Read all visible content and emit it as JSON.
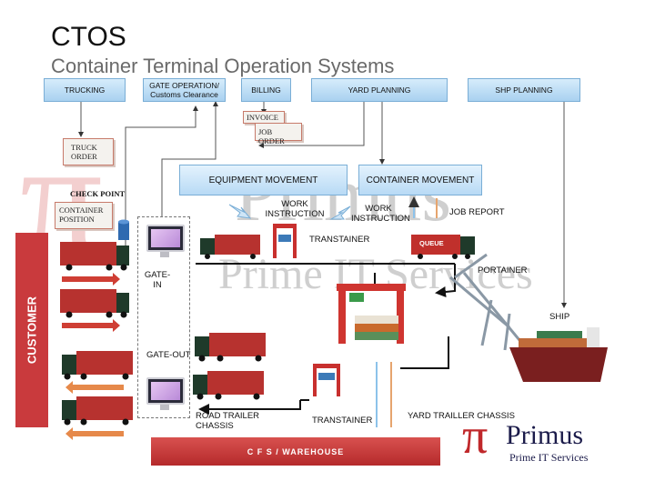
{
  "header": {
    "title": "CTOS",
    "subtitle": "Container Terminal Operation Systems"
  },
  "top_modules": {
    "trucking": "TRUCKING",
    "gate_operation": "GATE OPERATION/ Customs Clearance",
    "billing": "BILLING",
    "yard_planning": "YARD PLANNING",
    "ship_planning": "SHP PLANNING"
  },
  "documents": {
    "invoice": "INVOICE",
    "job_order": "JOB ORDER",
    "truck_order": "TRUCK ORDER",
    "container_position": "CONTAINER POSITION"
  },
  "movements": {
    "equipment": "EQUIPMENT MOVEMENT",
    "container": "CONTAINER MOVEMENT"
  },
  "labels": {
    "check_point": "CHECK POINT",
    "work_instruction_1": "WORK INSTRUCTION",
    "work_instruction_2": "WORK INSTRUCTION",
    "job_report": "JOB REPORT",
    "transtainer_top": "TRANSTAINER",
    "queue": "QUEUE",
    "portainer": "PORTAINER",
    "ship": "SHIP",
    "gate_in": "GATE-IN",
    "gate_out": "GATE-OUT",
    "road_trailer_chassis": "ROAD  TRAILER CHASSIS",
    "transtainer_bottom": "TRANSTAINER",
    "yard_trailer_chassis": "YARD TRAILLER CHASSIS"
  },
  "customer": "CUSTOMER",
  "cfs_warehouse": "C F S / WAREHOUSE",
  "logo": {
    "brand": "Primus",
    "tagline": "Prime IT Services"
  },
  "watermark": {
    "brand": "Primus",
    "tagline": "Prime IT Services"
  },
  "colors": {
    "accent_red": "#c93a3d",
    "box_blue": "#a9d1f0",
    "arrow_blue": "#8cc2ea",
    "arrow_orange": "#e6a56e"
  }
}
